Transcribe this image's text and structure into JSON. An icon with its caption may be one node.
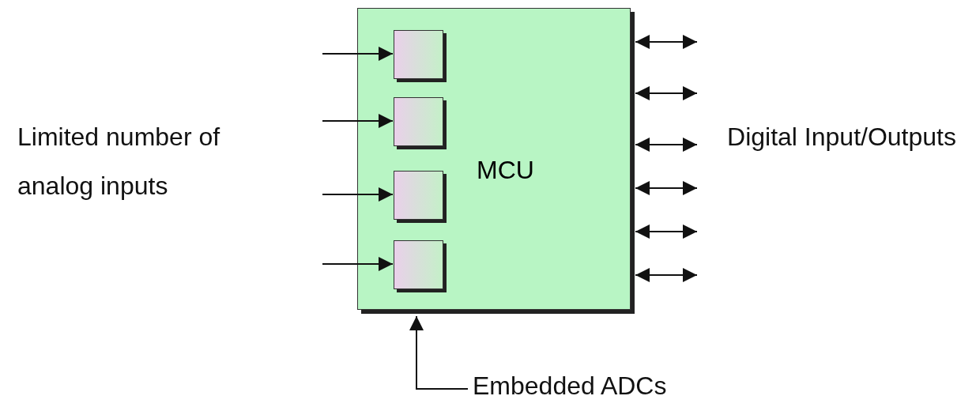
{
  "diagram": {
    "nodes": [
      {
        "text": [
          "MCU"
        ]
      },
      {
        "text": [],
        "shape": "box",
        "in": 0
      },
      {
        "text": [],
        "shape": "box",
        "in": 0
      },
      {
        "text": [],
        "shape": "box",
        "in": 0
      },
      {
        "text": [],
        "shape": "box",
        "in": 0
      },
      {
        "text": [
          "Embedded ADCs"
        ]
      }
    ],
    "edges": [
      {
        "from": null,
        "to": 1,
        "arrow": "to"
      },
      {
        "from": null,
        "to": 2,
        "arrow": "to"
      },
      {
        "from": null,
        "to": 3,
        "arrow": "to"
      },
      {
        "from": null,
        "to": 4,
        "arrow": "to"
      },
      {
        "from": 0,
        "to": null,
        "arrow": "both"
      },
      {
        "from": 0,
        "to": null,
        "arrow": "both"
      },
      {
        "from": 0,
        "to": null,
        "arrow": "both"
      },
      {
        "from": 0,
        "to": null,
        "arrow": "both"
      },
      {
        "from": 0,
        "to": null,
        "arrow": "both"
      },
      {
        "from": 0,
        "to": null,
        "arrow": "both"
      },
      {
        "from": 5,
        "to": 0,
        "arrow": "to"
      }
    ],
    "labels": [
      "Limited number of analog inputs",
      "Digital Input/Outputs"
    ]
  }
}
